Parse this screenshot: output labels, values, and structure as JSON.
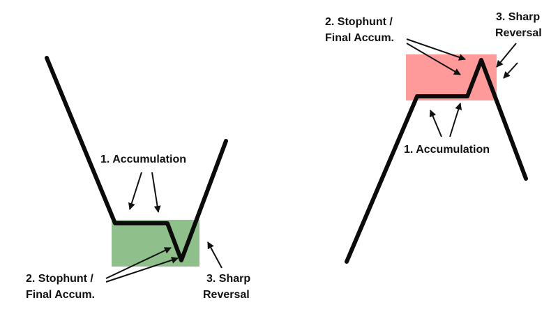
{
  "colors": {
    "line": "#0b0b0b",
    "bullish_zone": "#8fbf8a",
    "bearish_zone": "#ff9a9a",
    "arrow": "#111111"
  },
  "bullish": {
    "accumulation_label": "1. Accumulation",
    "stophunt_line1": "2. Stophunt /",
    "stophunt_line2": "Final Accum.",
    "reversal_line1": "3. Sharp",
    "reversal_line2": "Reversal"
  },
  "bearish": {
    "stophunt_line1": "2. Stophunt /",
    "stophunt_line2": "Final Accum.",
    "reversal_line1": "3. Sharp",
    "reversal_line2": "Reversal",
    "accumulation_label": "1. Accumulation"
  }
}
